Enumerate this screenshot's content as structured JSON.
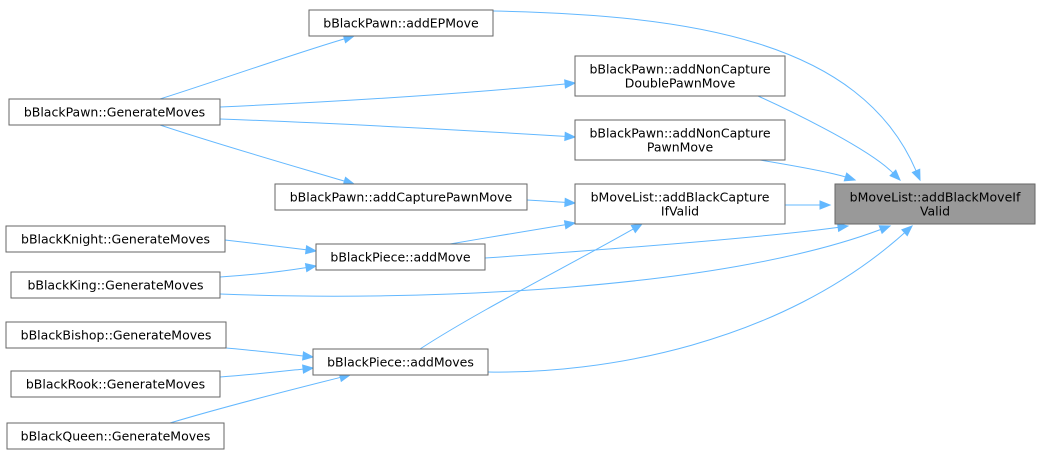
{
  "graph": {
    "nodes": [
      {
        "id": "root",
        "lines": [
          "bMoveList::addBlackMoveIf",
          "Valid"
        ],
        "highlight": true
      },
      {
        "id": "addEPMove",
        "lines": [
          "bBlackPawn::addEPMove"
        ]
      },
      {
        "id": "addNonCaptureDouble",
        "lines": [
          "bBlackPawn::addNonCapture",
          "DoublePawnMove"
        ]
      },
      {
        "id": "addNonCapturePawn",
        "lines": [
          "bBlackPawn::addNonCapture",
          "PawnMove"
        ]
      },
      {
        "id": "addCapturePawnMove",
        "lines": [
          "bBlackPawn::addCapturePawnMove"
        ]
      },
      {
        "id": "addBlackCapture",
        "lines": [
          "bMoveList::addBlackCapture",
          "IfValid"
        ]
      },
      {
        "id": "pawnGen",
        "lines": [
          "bBlackPawn::GenerateMoves"
        ]
      },
      {
        "id": "knightGen",
        "lines": [
          "bBlackKnight::GenerateMoves"
        ]
      },
      {
        "id": "addMove",
        "lines": [
          "bBlackPiece::addMove"
        ]
      },
      {
        "id": "kingGen",
        "lines": [
          "bBlackKing::GenerateMoves"
        ]
      },
      {
        "id": "bishopGen",
        "lines": [
          "bBlackBishop::GenerateMoves"
        ]
      },
      {
        "id": "addMoves",
        "lines": [
          "bBlackPiece::addMoves"
        ]
      },
      {
        "id": "rookGen",
        "lines": [
          "bBlackRook::GenerateMoves"
        ]
      },
      {
        "id": "queenGen",
        "lines": [
          "bBlackQueen::GenerateMoves"
        ]
      }
    ],
    "edges": [
      {
        "from": "addEPMove",
        "to": "root"
      },
      {
        "from": "addNonCaptureDouble",
        "to": "root"
      },
      {
        "from": "addNonCapturePawn",
        "to": "root"
      },
      {
        "from": "addBlackCapture",
        "to": "root"
      },
      {
        "from": "addMove",
        "to": "root"
      },
      {
        "from": "kingGen",
        "to": "root"
      },
      {
        "from": "addMoves",
        "to": "root"
      },
      {
        "from": "pawnGen",
        "to": "addEPMove"
      },
      {
        "from": "pawnGen",
        "to": "addNonCaptureDouble"
      },
      {
        "from": "pawnGen",
        "to": "addNonCapturePawn"
      },
      {
        "from": "pawnGen",
        "to": "addCapturePawnMove"
      },
      {
        "from": "addCapturePawnMove",
        "to": "addBlackCapture"
      },
      {
        "from": "addMove",
        "to": "addBlackCapture"
      },
      {
        "from": "addMoves",
        "to": "addBlackCapture"
      },
      {
        "from": "knightGen",
        "to": "addMove"
      },
      {
        "from": "kingGen",
        "to": "addMove"
      },
      {
        "from": "bishopGen",
        "to": "addMoves"
      },
      {
        "from": "rookGen",
        "to": "addMoves"
      },
      {
        "from": "queenGen",
        "to": "addMoves"
      }
    ],
    "colors": {
      "edge": "#63b8ff",
      "node_border": "#666666",
      "root_fill": "#999999",
      "node_fill": "#ffffff"
    }
  }
}
